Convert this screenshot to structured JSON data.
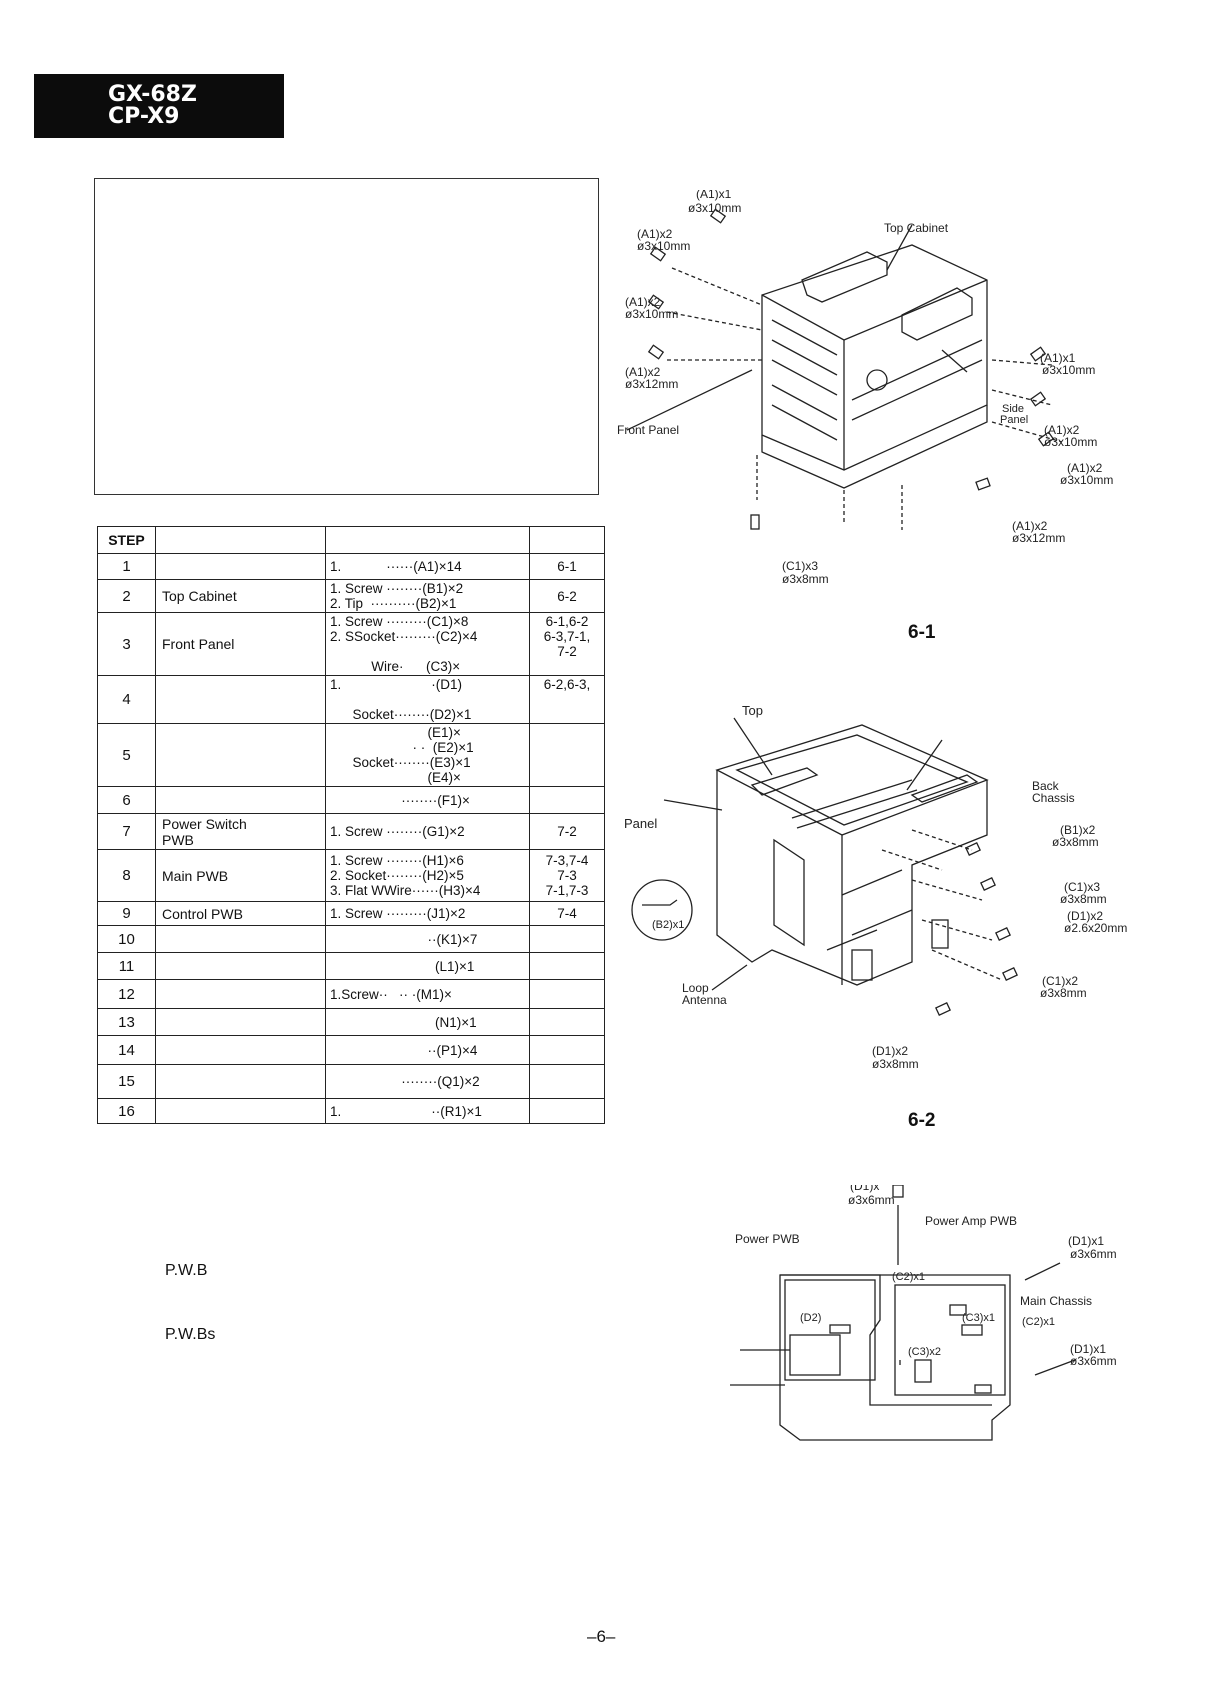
{
  "header": {
    "model_lines": [
      "GX-68Z",
      "CP-X9"
    ]
  },
  "table": {
    "header": {
      "step": "STEP"
    },
    "rows": [
      {
        "step": "1",
        "part": "",
        "procedure": [
          "1.            ······(A1)×14"
        ],
        "figure": [
          "6-1"
        ]
      },
      {
        "step": "2",
        "part": "Top Cabinet",
        "procedure": [
          "1. Screw ········(B1)×2",
          "2. Tip  ··········(B2)×1"
        ],
        "figure": [
          "6-2"
        ]
      },
      {
        "step": "3",
        "part": "Front Panel",
        "procedure": [
          "1. Screw ·········(C1)×8",
          "2. SSocket·········(C2)×4",
          "",
          "           Wire·      (C3)×"
        ],
        "figure": [
          "6-1,6-2",
          "6-3,7-1,",
          "7-2",
          ""
        ]
      },
      {
        "step": "4",
        "part": "",
        "procedure": [
          "1.                        ·(D1)",
          "",
          "      Socket········(D2)×1"
        ],
        "figure": [
          "6-2,6-3,",
          "",
          ""
        ]
      },
      {
        "step": "5",
        "part": "",
        "procedure": [
          "                          (E1)×",
          "                      · ·  (E2)×1",
          "      Socket········(E3)×1",
          "                          (E4)×"
        ],
        "figure": []
      },
      {
        "step": "6",
        "part": "",
        "procedure": [
          "                   ········(F1)×"
        ],
        "figure": []
      },
      {
        "step": "7",
        "part": "Power Switch\nPWB",
        "procedure": [
          "1. Screw ········(G1)×2"
        ],
        "figure": [
          "7-2"
        ]
      },
      {
        "step": "8",
        "part": "Main PWB",
        "procedure": [
          "1. Screw ········(H1)×6",
          "2. Socket········(H2)×5",
          "3. Flat WWire······(H3)×4"
        ],
        "figure": [
          "7-3,7-4",
          "7-3",
          "7-1,7-3"
        ]
      },
      {
        "step": "9",
        "part": "Control PWB",
        "procedure": [
          "1. Screw ·········(J1)×2"
        ],
        "figure": [
          "7-4"
        ]
      },
      {
        "step": "10",
        "part": "",
        "procedure": [
          "                          ··(K1)×7"
        ],
        "figure": []
      },
      {
        "step": "11",
        "part": "",
        "procedure": [
          "                            (L1)×1"
        ],
        "figure": []
      },
      {
        "step": "12",
        "part": "",
        "procedure": [
          "1.Screw··   ·· ·(M1)×"
        ],
        "figure": []
      },
      {
        "step": "13",
        "part": "",
        "procedure": [
          "                            (N1)×1"
        ],
        "figure": []
      },
      {
        "step": "14",
        "part": "",
        "procedure": [
          "                          ··(P1)×4"
        ],
        "figure": []
      },
      {
        "step": "15",
        "part": "",
        "procedure": [
          "                   ········(Q1)×2"
        ],
        "figure": []
      },
      {
        "step": "16",
        "part": "",
        "procedure": [
          "1.                        ··(R1)×1"
        ],
        "figure": []
      }
    ]
  },
  "notes": [
    "P.W.B",
    "P.W.Bs"
  ],
  "figure_6_1": {
    "caption": "6-1",
    "labels": {
      "a1x1_top": "(A1)x1",
      "a1x1_top_size": "ø3x10mm",
      "a1x2_a": "(A1)x2",
      "a1x2_a_size": "ø3x10mm",
      "a1x2_b": "(A1)x2",
      "a1x2_b_size": "ø3x10mm",
      "a1x2_c": "(A1)x2",
      "a1x2_c_size": "ø3x12mm",
      "top_cabinet": "Top  Cabinet",
      "front_panel": "Front  Panel",
      "a1x1_right": "(A1)x1",
      "a1x1_right_size": "ø3x10mm",
      "side_panel_1": "Side",
      "side_panel_2": "Panel",
      "a1x2_d": "(A1)x2",
      "a1x2_d_size": "ø3x10mm",
      "a1x2_e": "(A1)x2",
      "a1x2_e_size": "ø3x10mm",
      "a1x2_f": "(A1)x2",
      "a1x2_f_size": "ø3x12mm",
      "c1x3": "(C1)x3",
      "c1x3_size": "ø3x8mm"
    }
  },
  "figure_6_2": {
    "caption": "6-2",
    "labels": {
      "top": "Top",
      "back_chassis_1": "Back",
      "back_chassis_2": "Chassis",
      "panel": "Panel",
      "b1x2": "(B1)x2",
      "b1x2_size": "ø3x8mm",
      "c1x3": "(C1)x3",
      "c1x3_size": "ø3x8mm",
      "d1x2_a": "(D1)x2",
      "d1x2_a_size": "ø2.6x20mm",
      "b2x1": "(B2)x1",
      "loop_1": "Loop",
      "loop_2": "Antenna",
      "c1x2": "(C1)x2",
      "c1x2_size": "ø3x8mm",
      "d1x2_b": "(D1)x2",
      "d1x2_b_size": "ø3x8mm"
    }
  },
  "figure_6_3": {
    "labels": {
      "d1x": "(D1)x",
      "d1x_size": "ø3x6mm",
      "power_amp_pwb": "Power  Amp  PWB",
      "power_pwb": "Power  PWB",
      "d1x1_a": "(D1)x1",
      "d1x1_a_size": "ø3x6mm",
      "c2x1_a": "(C2)x1",
      "d2": "(D2)",
      "c3x1": "(C3)x1",
      "main_chassis": "Main Chassis",
      "c2x1_b": "(C2)x1",
      "c3x2": "(C3)x2",
      "d1x1_b": "(D1)x1",
      "d1x1_b_size": "ø3x6mm"
    }
  },
  "footer": {
    "page_number": "–6–"
  }
}
